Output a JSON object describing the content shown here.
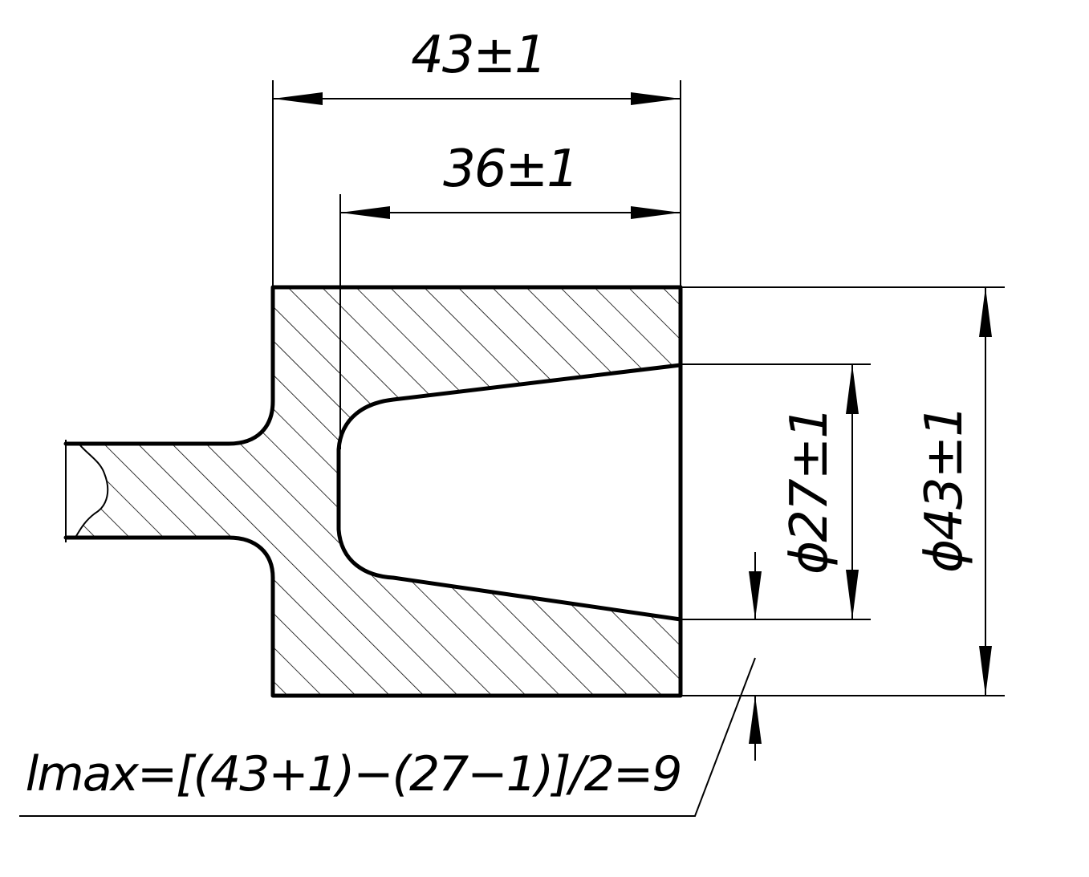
{
  "dimensions": {
    "overall_length": "43±1",
    "cavity_depth": "36±1",
    "inner_diameter": "ϕ27±1",
    "outer_diameter": "ϕ43±1"
  },
  "formula": "lmax=[(43+1)−(27−1)]/2=9",
  "colors": {
    "line": "#000000",
    "background": "#ffffff"
  }
}
